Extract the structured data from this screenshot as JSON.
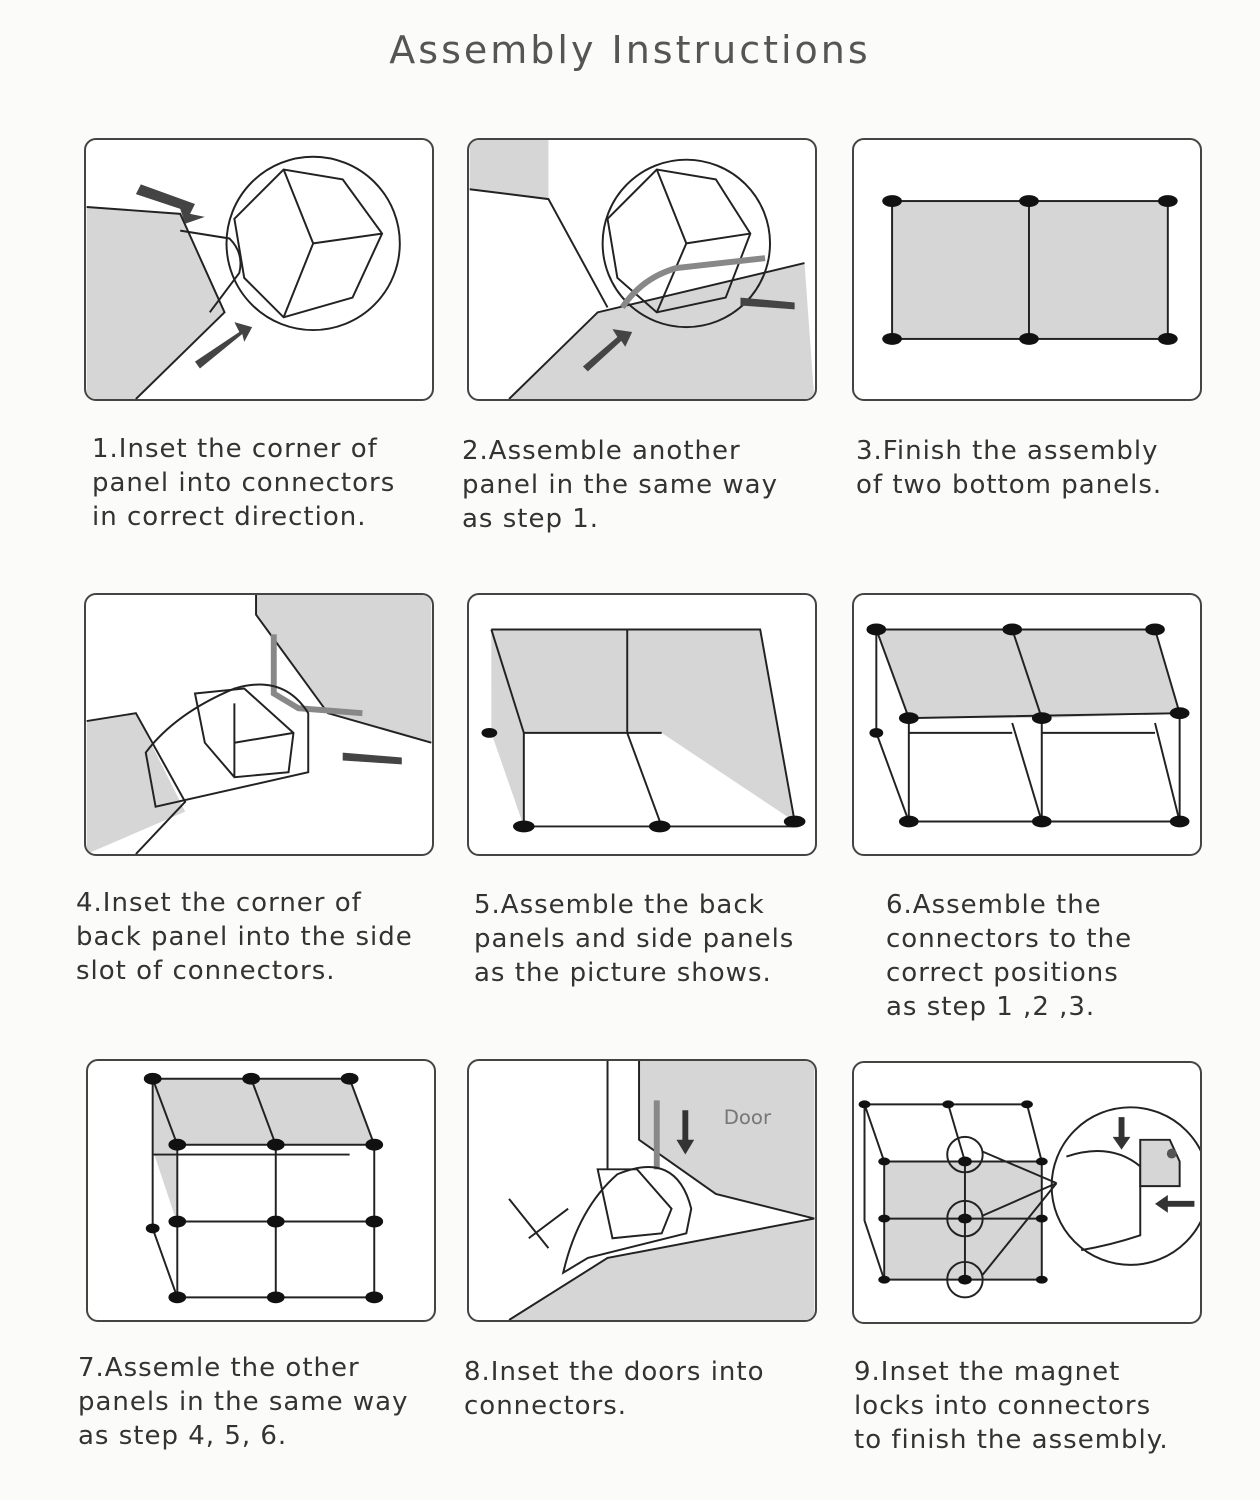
{
  "header": {
    "title": "Assembly Instructions"
  },
  "steps": [
    {
      "lines": [
        "1.Inset the corner of",
        "panel into connectors",
        "in correct direction."
      ]
    },
    {
      "lines": [
        "2.Assemble another",
        "panel in the same way",
        "as step 1."
      ]
    },
    {
      "lines": [
        "3.Finish the assembly",
        "of two bottom panels."
      ]
    },
    {
      "lines": [
        "4.Inset the corner of",
        "back panel into the side",
        "slot of connectors."
      ]
    },
    {
      "lines": [
        "5.Assemble the back",
        "panels and side panels",
        "as the picture shows."
      ]
    },
    {
      "lines": [
        "6.Assemble the",
        "connectors to the",
        "correct positions",
        "as step 1 ,2 ,3."
      ]
    },
    {
      "lines": [
        "7.Assemle the other",
        "panels in the same way",
        "as step 4, 5, 6."
      ]
    },
    {
      "lines": [
        "8.Inset the doors into",
        "connectors."
      ]
    },
    {
      "lines": [
        "9.Inset the magnet",
        "locks into connectors",
        "to finish the assembly."
      ]
    }
  ],
  "illustrations": {
    "door_label": "Door"
  },
  "colors": {
    "panel_fill": "#d6d6d6",
    "line": "#222222",
    "background": "#fbfbfa"
  }
}
